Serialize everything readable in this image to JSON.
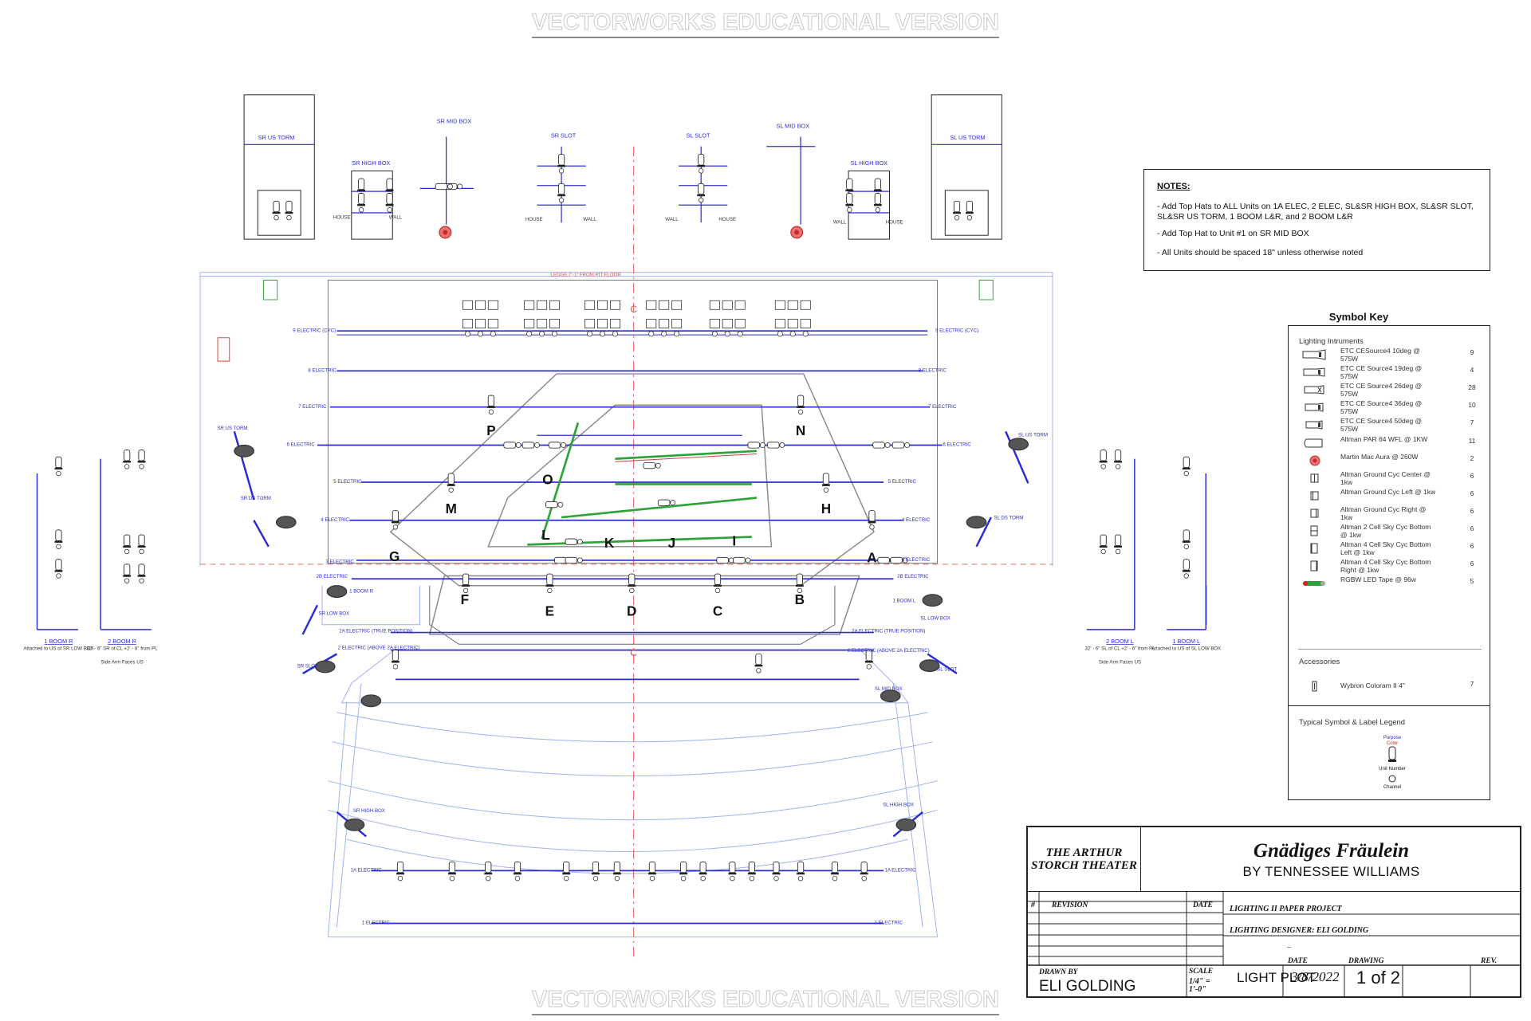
{
  "watermark": "VECTORWORKS EDUCATIONAL VERSION",
  "notes": {
    "title": "NOTES:",
    "items": [
      "- Add Top Hats to ALL Units on 1A ELEC, 2 ELEC, SL&SR HIGH BOX, SL&SR SLOT, SL&SR US TORM, 1 BOOM L&R, and 2 BOOM L&R",
      "- Add Top Hat to Unit #1 on SR MID BOX",
      "- All Units should be spaced 18\" unless otherwise noted"
    ]
  },
  "symbol_key": {
    "title": "Symbol Key",
    "section_instruments": "Lighting Intruments",
    "instruments": [
      {
        "label": "ETC CESource4 10deg @ 575W",
        "count": "9",
        "icon": "ellipsoidal-10-icon"
      },
      {
        "label": "ETC CE Source4 19deg @ 575W",
        "count": "4",
        "icon": "ellipsoidal-19-icon"
      },
      {
        "label": "ETC CE Source4 26deg @ 575W",
        "count": "28",
        "icon": "ellipsoidal-26-icon"
      },
      {
        "label": "ETC CE Source4 36deg @ 575W",
        "count": "10",
        "icon": "ellipsoidal-36-icon"
      },
      {
        "label": "ETC CE Source4 50deg @ 575W",
        "count": "7",
        "icon": "ellipsoidal-50-icon"
      },
      {
        "label": "Altman PAR 64 WFL @ 1KW",
        "count": "11",
        "icon": "par-can-icon"
      },
      {
        "label": "Martin Mac Aura @ 260W",
        "count": "2",
        "icon": "moving-light-icon"
      },
      {
        "label": "Altman Ground Cyc Center @ 1kw",
        "count": "6",
        "icon": "ground-cyc-center-icon"
      },
      {
        "label": "Altman Ground Cyc Left @ 1kw",
        "count": "6",
        "icon": "ground-cyc-left-icon"
      },
      {
        "label": "Altman Ground Cyc Right @ 1kw",
        "count": "6",
        "icon": "ground-cyc-right-icon"
      },
      {
        "label": "Altman 2 Cell Sky Cyc Bottom @ 1kw",
        "count": "6",
        "icon": "sky-cyc-2-cell-icon"
      },
      {
        "label": "Altman 4 Cell Sky Cyc Bottom Left @ 1kw",
        "count": "6",
        "icon": "sky-cyc-4-left-icon"
      },
      {
        "label": "Altman 4 Cell Sky Cyc Bottom Right @ 1kw",
        "count": "6",
        "icon": "sky-cyc-4-right-icon"
      },
      {
        "label": "RGBW LED Tape @ 96w",
        "count": "5",
        "icon": "led-tape-icon"
      }
    ],
    "section_accessories": "Accessories",
    "accessories": [
      {
        "label": "Wybron Coloram II 4\"",
        "count": "7",
        "icon": "color-scroller-icon"
      }
    ],
    "section_legend": "Typical Symbol & Label Legend",
    "legend": {
      "purpose": "Purpose",
      "color": "Color",
      "unit": "Unit Number",
      "channel": "Channel"
    }
  },
  "title_block": {
    "theater": "THE ARTHUR STORCH THEATER",
    "show_title": "Gnädiges Fräulein",
    "show_author": "BY TENNESSEE WILLIAMS",
    "hdr_num": "#",
    "hdr_revision": "REVISION",
    "hdr_date": "DATE",
    "project": "LIGHTING II PAPER PROJECT",
    "designer": "LIGHTING DESIGNER:  ELI GOLDING",
    "dash": "_",
    "drawn_by_label": "DRAWN BY",
    "drawn_by": "ELI GOLDING",
    "scale_label": "SCALE",
    "scale": "1/4\" = 1'-0\"",
    "sheet": "LIGHT PLOT",
    "date_label": "DATE",
    "date": "3/8/2022",
    "drawing_label": "DRAWING",
    "drawing": "1 of 2",
    "rev_label": "REV."
  },
  "plot": {
    "positions": {
      "sr_us_torm": "SR US TORM",
      "sl_us_torm": "SL US TORM",
      "sr_high_box": "SR HIGH BOX",
      "sl_high_box": "SL HIGH BOX",
      "sr_mid_box": "SR MID BOX",
      "sl_mid_box": "SL MID BOX",
      "sr_slot": "SR SLOT",
      "sl_slot": "SL SLOT",
      "ledge": "LEDGE 7'-1\" FROM PIT FLOOR",
      "elec_cyc": "9 ELECTRIC (CYC)",
      "e8": "8 ELECTRIC",
      "e7": "7 ELECTRIC",
      "e6": "6 ELECTRIC",
      "e5": "5 ELECTRIC",
      "e4": "4 ELECTRIC",
      "e3": "3 ELECTRIC",
      "e2b": "2B ELECTRIC",
      "e2a": "2A ELECTRIC (TRUE POSITION)",
      "e2": "2 ELECTRIC (ABOVE 2A ELECTRIC)",
      "e1a": "1A ELECTRIC",
      "e1": "1 ELECTRIC",
      "boom1_r": "1 BOOM R",
      "boom1_l": "1 BOOM L",
      "boom2_r": "2 BOOM R",
      "boom2_l": "2 BOOM L",
      "boom1_r_note": "Attached to US of SR LOW BOX",
      "boom1_l_note": "Attached to US of SL LOW BOX",
      "boom2_r_note": "32' - 6\" SR of CL +2' - 6\" from PL",
      "boom2_l_note": "32' - 6\" SL of CL +2' - 6\" from PL",
      "side_arm": "Side Arm Faces US",
      "sr_low_box": "SR LOW BOX",
      "sl_low_box": "SL LOW BOX",
      "sr_us_torm_side": "SR US TORM",
      "sl_us_torm_side": "SL US TORM",
      "sr_ds_torm": "SR DS TORM",
      "sl_ds_torm": "SL DS TORM",
      "sr_high_box_lower": "SR HIGH BOX",
      "sl_high_box_lower": "SL HIGH BOX",
      "house": "HOUSE",
      "wall": "WALL",
      "cl": "C"
    },
    "area_letters": [
      "A",
      "B",
      "C",
      "D",
      "E",
      "F",
      "G",
      "H",
      "I",
      "J",
      "K",
      "L",
      "M",
      "N",
      "O",
      "P"
    ]
  },
  "colors": {
    "pipe": "#2b2bd6",
    "architecture": "#8fa6e8",
    "red": "#e02020",
    "led_green": "#2fa33a"
  }
}
